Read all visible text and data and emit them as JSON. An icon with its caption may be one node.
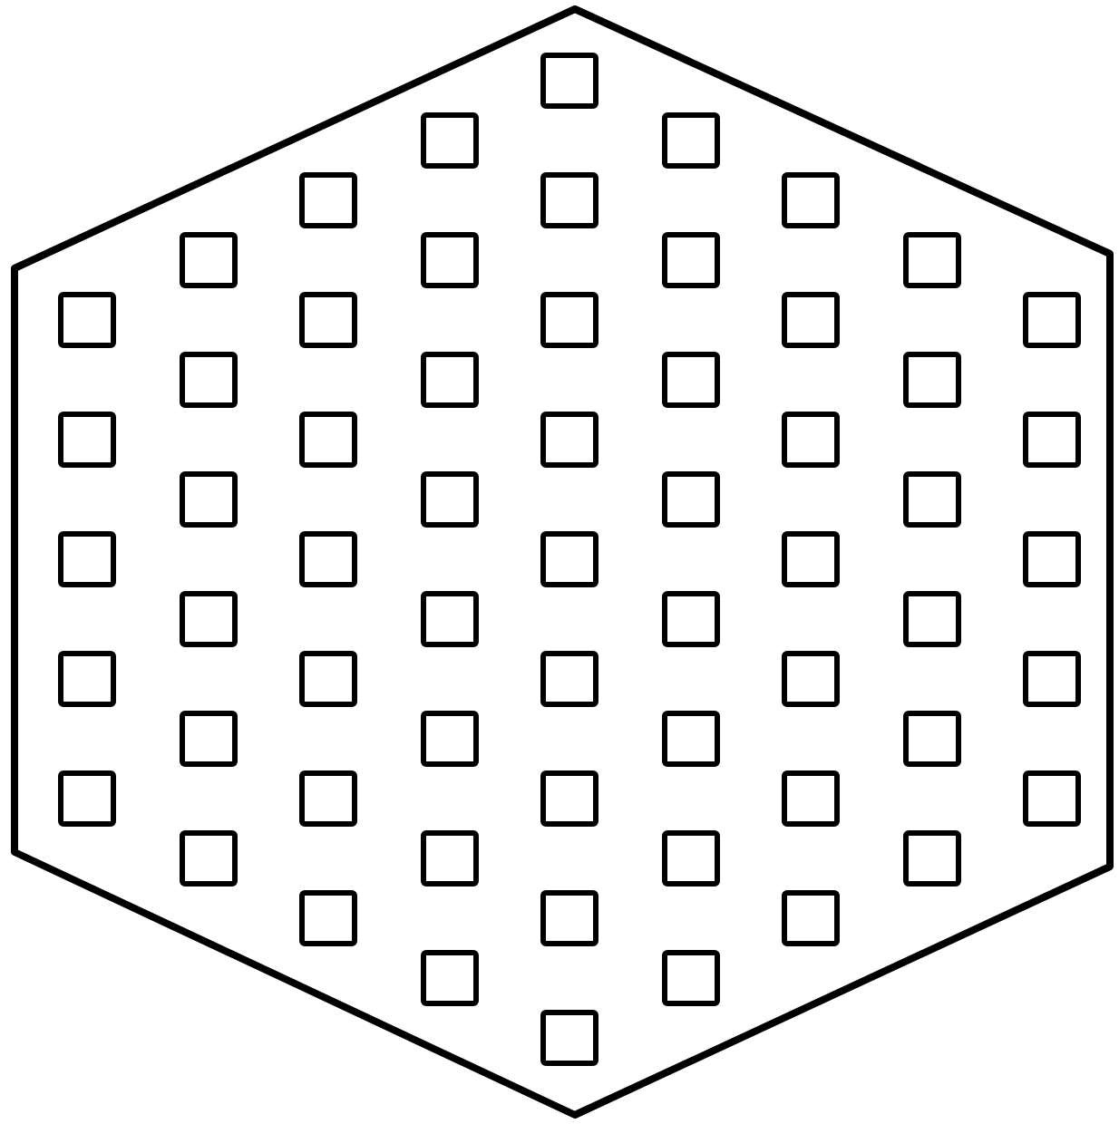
{
  "diagram": {
    "nodes": [
      {
        "text": [],
        "shape": "hexagon"
      },
      {
        "text": [],
        "shape": "box",
        "in": 0
      },
      {
        "text": [],
        "shape": "box",
        "in": 0
      },
      {
        "text": [],
        "shape": "box",
        "in": 0
      },
      {
        "text": [],
        "shape": "box",
        "in": 0
      },
      {
        "text": [],
        "shape": "box",
        "in": 0
      },
      {
        "text": [],
        "shape": "box",
        "in": 0
      },
      {
        "text": [],
        "shape": "box",
        "in": 0
      },
      {
        "text": [],
        "shape": "box",
        "in": 0
      },
      {
        "text": [],
        "shape": "box",
        "in": 0
      },
      {
        "text": [],
        "shape": "box",
        "in": 0
      },
      {
        "text": [],
        "shape": "box",
        "in": 0
      },
      {
        "text": [],
        "shape": "box",
        "in": 0
      },
      {
        "text": [],
        "shape": "box",
        "in": 0
      },
      {
        "text": [],
        "shape": "box",
        "in": 0
      },
      {
        "text": [],
        "shape": "box",
        "in": 0
      },
      {
        "text": [],
        "shape": "box",
        "in": 0
      },
      {
        "text": [],
        "shape": "box",
        "in": 0
      },
      {
        "text": [],
        "shape": "box",
        "in": 0
      },
      {
        "text": [],
        "shape": "box",
        "in": 0
      },
      {
        "text": [],
        "shape": "box",
        "in": 0
      },
      {
        "text": [],
        "shape": "box",
        "in": 0
      },
      {
        "text": [],
        "shape": "box",
        "in": 0
      },
      {
        "text": [],
        "shape": "box",
        "in": 0
      },
      {
        "text": [],
        "shape": "box",
        "in": 0
      },
      {
        "text": [],
        "shape": "box",
        "in": 0
      },
      {
        "text": [],
        "shape": "box",
        "in": 0
      },
      {
        "text": [],
        "shape": "box",
        "in": 0
      },
      {
        "text": [],
        "shape": "box",
        "in": 0
      },
      {
        "text": [],
        "shape": "box",
        "in": 0
      },
      {
        "text": [],
        "shape": "box",
        "in": 0
      },
      {
        "text": [],
        "shape": "box",
        "in": 0
      },
      {
        "text": [],
        "shape": "box",
        "in": 0
      },
      {
        "text": [],
        "shape": "box",
        "in": 0
      },
      {
        "text": [],
        "shape": "box",
        "in": 0
      },
      {
        "text": [],
        "shape": "box",
        "in": 0
      },
      {
        "text": [],
        "shape": "box",
        "in": 0
      },
      {
        "text": [],
        "shape": "box",
        "in": 0
      },
      {
        "text": [],
        "shape": "box",
        "in": 0
      },
      {
        "text": [],
        "shape": "box",
        "in": 0
      },
      {
        "text": [],
        "shape": "box",
        "in": 0
      },
      {
        "text": [],
        "shape": "box",
        "in": 0
      },
      {
        "text": [],
        "shape": "box",
        "in": 0
      },
      {
        "text": [],
        "shape": "box",
        "in": 0
      },
      {
        "text": [],
        "shape": "box",
        "in": 0
      },
      {
        "text": [],
        "shape": "box",
        "in": 0
      },
      {
        "text": [],
        "shape": "box",
        "in": 0
      },
      {
        "text": [],
        "shape": "box",
        "in": 0
      },
      {
        "text": [],
        "shape": "box",
        "in": 0
      },
      {
        "text": [],
        "shape": "box",
        "in": 0
      },
      {
        "text": [],
        "shape": "box",
        "in": 0
      },
      {
        "text": [],
        "shape": "box",
        "in": 0
      },
      {
        "text": [],
        "shape": "box",
        "in": 0
      },
      {
        "text": [],
        "shape": "box",
        "in": 0
      },
      {
        "text": [],
        "shape": "box",
        "in": 0
      },
      {
        "text": [],
        "shape": "box",
        "in": 0
      },
      {
        "text": [],
        "shape": "box",
        "in": 0
      },
      {
        "text": [],
        "shape": "box",
        "in": 0
      },
      {
        "text": [],
        "shape": "box",
        "in": 0
      },
      {
        "text": [],
        "shape": "box",
        "in": 0
      },
      {
        "text": [],
        "shape": "box",
        "in": 0
      },
      {
        "text": [],
        "shape": "box",
        "in": 0
      }
    ]
  }
}
